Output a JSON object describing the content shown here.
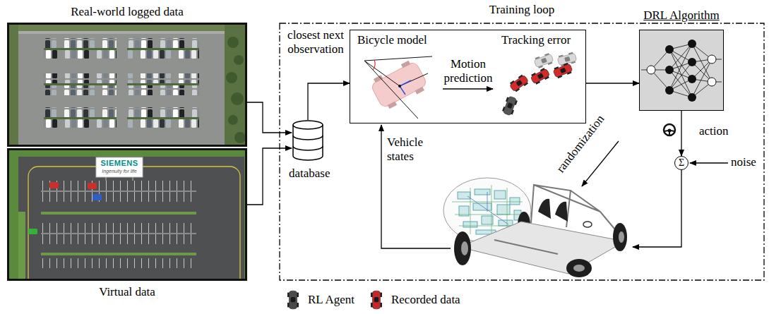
{
  "diagram": {
    "nodes": [
      {
        "text": [
          "Real-world logged data"
        ]
      },
      {
        "text": [
          "Virtual data"
        ]
      },
      {
        "text": [
          "Training loop"
        ]
      },
      {
        "text": [
          "database"
        ],
        "in": 2
      },
      {
        "text": [
          "Bicycle model",
          "Motion prediction",
          "Tracking error"
        ],
        "in": 2
      },
      {
        "text": [
          "DRL Algorithm"
        ],
        "in": 2
      },
      {
        "text": [
          "Σ"
        ],
        "in": 2
      }
    ],
    "edges": [
      {
        "from": 0,
        "to": 3,
        "arrow": "to"
      },
      {
        "from": 1,
        "to": 3,
        "arrow": "to"
      },
      {
        "from": 3,
        "to": 4,
        "arrow": "to",
        "label": "closest next observation"
      },
      {
        "from": 4,
        "to": 5,
        "arrow": "to"
      },
      {
        "from": 5,
        "to": 6,
        "arrow": "to",
        "label": "action"
      }
    ],
    "labels": [
      "randomization",
      "Vehicle states",
      "noise",
      "SIEMENS",
      "Ingenuity for life"
    ],
    "legend": [
      {
        "text": "RL Agent"
      },
      {
        "text": "Recorded data"
      }
    ]
  }
}
